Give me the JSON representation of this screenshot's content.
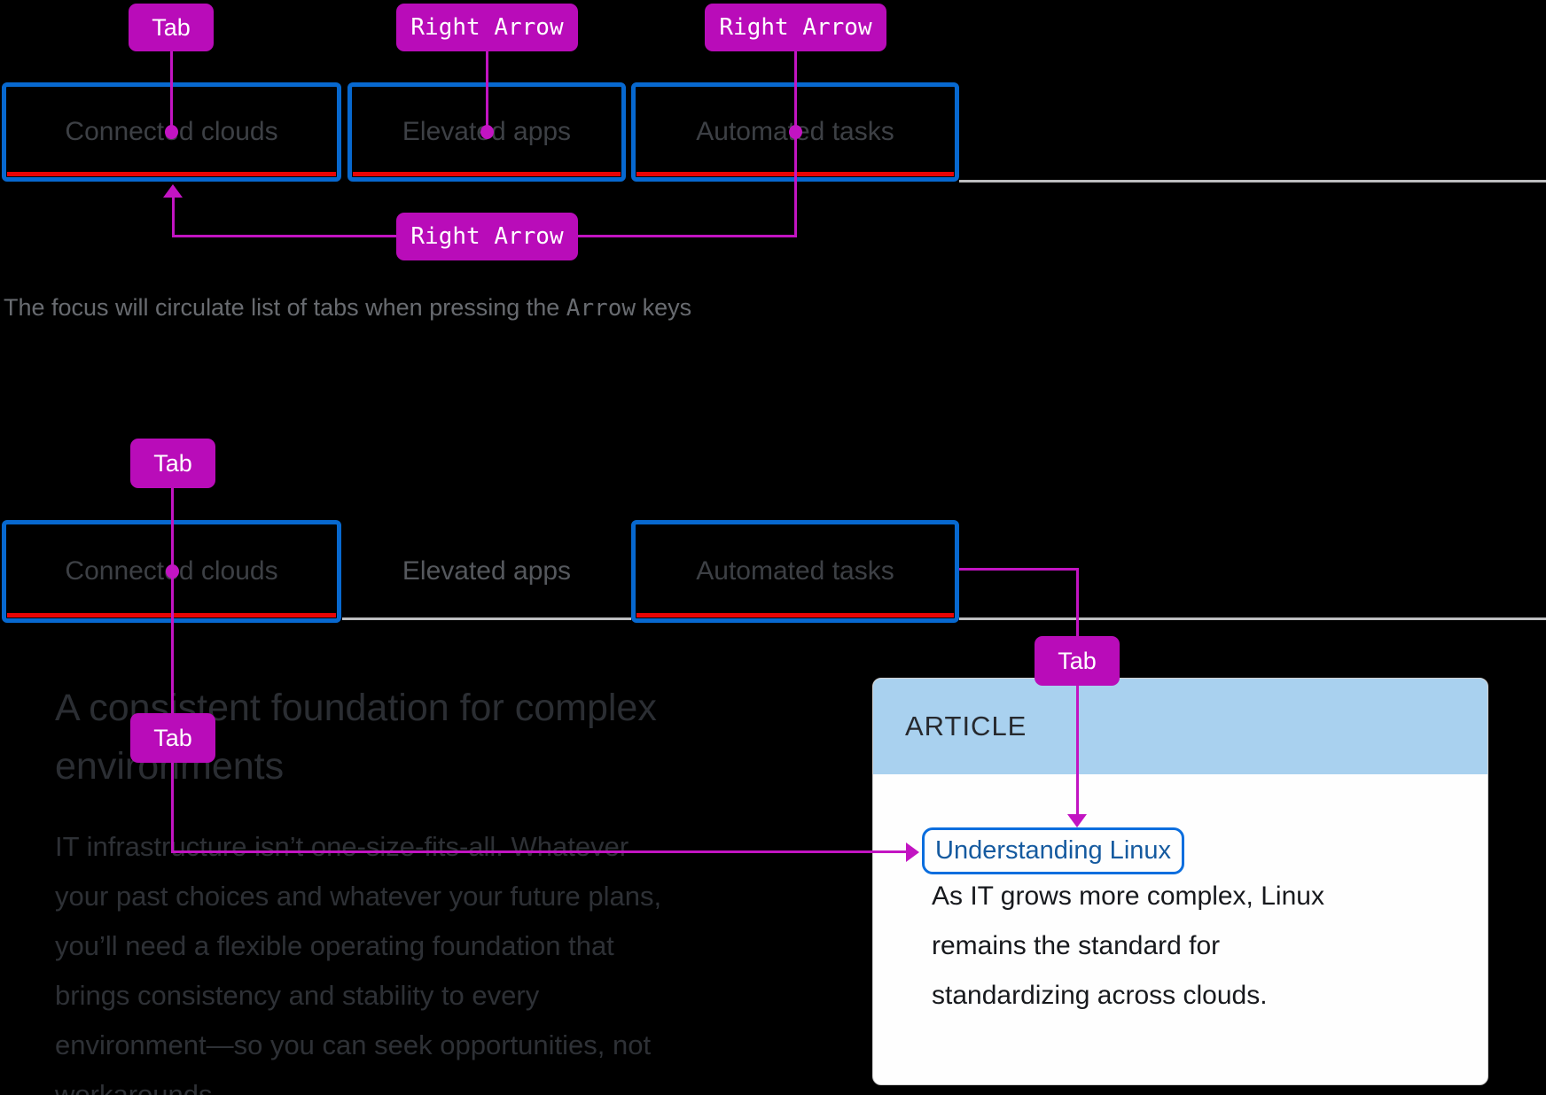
{
  "row1": {
    "pills": {
      "tab": "Tab",
      "right1": "Right Arrow",
      "right2": "Right Arrow",
      "loop": "Right Arrow"
    },
    "tabs": [
      "Connected clouds",
      "Elevated apps",
      "Automated tasks"
    ],
    "caption": {
      "prefix": "The focus will circulate list of tabs when pressing the ",
      "key": "Arrow",
      "suffix": " keys"
    }
  },
  "row2": {
    "pill_start": "Tab",
    "pill_mid": "Tab",
    "pill_card": "Tab",
    "tabs": [
      "Connected clouds",
      "Elevated apps",
      "Automated tasks"
    ]
  },
  "content": {
    "heading": "A consistent foundation for complex environments",
    "paragraph": "IT infrastructure isn’t one-size-fits-all. Whatever\nyour past choices and whatever your future plans,\nyou’ll need a flexible operating foundation that\nbrings consistency and stability to every\nenvironment—so you can seek opportunities, not\nworkarounds."
  },
  "card": {
    "label": "ARTICLE",
    "link": "Understanding Linux",
    "body": "As IT grows more complex, Linux\nremains the standard for\nstandardizing across clouds."
  },
  "colors": {
    "accent_magenta": "#b90cb9",
    "tab_border_blue": "#0768cf",
    "tab_underline_red": "#e80505",
    "tabbar_line_gray": "#bdbec0",
    "card_header_blue": "#a9d1ef",
    "link_blue": "#155a9f",
    "focus_ring_blue": "#0b6ede"
  }
}
